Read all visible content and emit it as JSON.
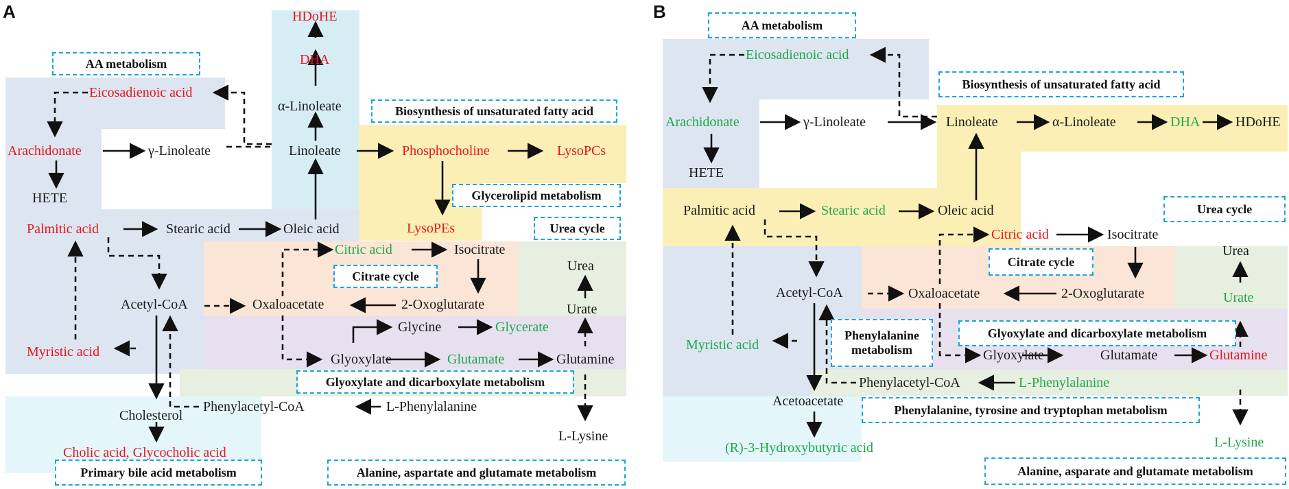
{
  "colors": {
    "red": "#e8141e",
    "green": "#1fa84a",
    "black": "#1a1a1a",
    "box_border": "#1aa3e0",
    "blue_region": "#dde6f0",
    "cyan_region": "#d6edf4",
    "yellow_region": "#fbefb6",
    "orange_region": "#fbe5d6",
    "purple_region": "#e6e0ef",
    "green_region": "#e7efe0",
    "lightcyan_region": "#e4f6fa"
  },
  "panelA": {
    "label": "A",
    "boxes": {
      "aa": "AA metabolism",
      "unsat": "Biosynthesis of unsaturated fatty acid",
      "glycerolipid": "Glycerolipid metabolism",
      "urea": "Urea cycle",
      "citrate": "Citrate cycle",
      "glyoxylate": "Glyoxylate and dicarboxylate metabolism",
      "bile": "Primary bile acid metabolism",
      "alanine": "Alanine, aspartate and glutamate metabolism"
    },
    "nodes": {
      "hdohe": "HDoHE",
      "dha": "DHA",
      "alinoleate": "α-Linoleate",
      "eicosadienoic": "Eicosadienoic acid",
      "arachidonate": "Arachidonate",
      "glinoleate": "γ-Linoleate",
      "linoleate": "Linoleate",
      "phosphocholine": "Phosphocholine",
      "lysopcs": "LysoPCs",
      "hete": "HETE",
      "lysopes": "LysoPEs",
      "palmitic": "Palmitic acid",
      "stearic": "Stearic acid",
      "oleic": "Oleic acid",
      "citric": "Citric acid",
      "isocitrate": "Isocitrate",
      "urea_node": "Urea",
      "acetylcoa": "Acetyl-CoA",
      "oxaloacetate": "Oxaloacetate",
      "oxoglutarate": "2-Oxoglutarate",
      "urate": "Urate",
      "glycine": "Glycine",
      "glycerate": "Glycerate",
      "myristic": "Myristic acid",
      "glyoxylate_node": "Glyoxylate",
      "glutamate": "Glutamate",
      "glutamine": "Glutamine",
      "cholesterol": "Cholesterol",
      "phenylacetylcoa": "Phenylacetyl-CoA",
      "lphenylalanine": "L-Phenylalanine",
      "llysine": "L-Lysine",
      "cholic": "Cholic acid, Glycocholic acid"
    }
  },
  "panelB": {
    "label": "B",
    "boxes": {
      "aa": "AA metabolism",
      "unsat": "Biosynthesis of unsaturated fatty acid",
      "urea": "Urea cycle",
      "citrate": "Citrate cycle",
      "phenyl": "Phenylalanine metabolism",
      "glyoxylate": "Glyoxylate and dicarboxylate metabolism",
      "phetyrtrp": "Phenylalanine, tyrosine and tryptophan metabolism",
      "alanine": "Alanine, asparate and glutamate metabolism"
    },
    "nodes": {
      "eicosadienoic": "Eicosadienoic acid",
      "arachidonate": "Arachidonate",
      "glinoleate": "γ-Linoleate",
      "linoleate": "Linoleate",
      "alinoleate": "α-Linoleate",
      "dha": "DHA",
      "hdohe": "HDoHE",
      "hete": "HETE",
      "palmitic": "Palmitic acid",
      "stearic": "Stearic acid",
      "oleic": "Oleic acid",
      "citric": "Citric acid",
      "isocitrate": "Isocitrate",
      "urea_node": "Urea",
      "acetylcoa": "Acetyl-CoA",
      "oxaloacetate": "Oxaloacetate",
      "oxoglutarate": "2-Oxoglutarate",
      "urate": "Urate",
      "myristic": "Myristic acid",
      "glyoxylate_node": "Glyoxylate",
      "glutamate": "Glutamate",
      "glutamine": "Glutamine",
      "phenylacetylcoa": "Phenylacetyl-CoA",
      "lphenylalanine": "L-Phenylalanine",
      "acetoacetate": "Acetoacetate",
      "hydroxybutyric": "(R)-3-Hydroxybutyric acid",
      "llysine": "L-Lysine"
    }
  }
}
